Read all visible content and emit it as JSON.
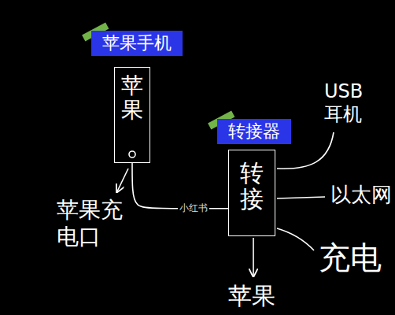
{
  "diagram": {
    "nodes": [
      {
        "text": [
          "苹果手机",
          "苹果"
        ]
      },
      {
        "text": [
          "转接器",
          "转接"
        ]
      }
    ],
    "edges": [
      {
        "from": 0,
        "to": 1,
        "arrow": "none"
      }
    ],
    "labels": [
      "苹果充电口",
      "USB耳机",
      "以太网",
      "充电",
      "苹果",
      "小红书"
    ]
  }
}
